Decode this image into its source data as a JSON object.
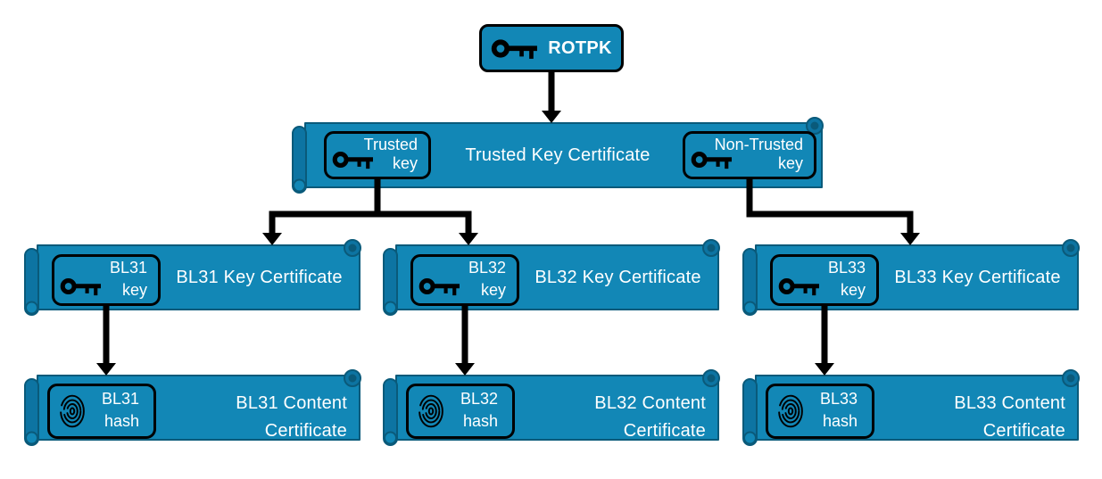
{
  "colors": {
    "scroll_fill": "#1287b6",
    "scroll_roll": "#0d74a2",
    "scroll_edge": "#0a5a7a",
    "text": "#ffffff",
    "arrow": "#000000"
  },
  "root": {
    "label": "ROTPK",
    "icon": "key-icon"
  },
  "trusted_cert": {
    "title": "Trusted Key Certificate",
    "trusted_key": {
      "name_line": "Trusted",
      "key_line": "key",
      "icon": "key-icon"
    },
    "non_trusted_key": {
      "name_line": "Non-Trusted",
      "key_line": "key",
      "icon": "key-icon"
    }
  },
  "key_certs": [
    {
      "id": "bl31",
      "title": "BL31 Key Certificate",
      "key_label_line1": "BL31",
      "key_label_line2": "key",
      "icon": "key-icon"
    },
    {
      "id": "bl32",
      "title": "BL32 Key Certificate",
      "key_label_line1": "BL32",
      "key_label_line2": "key",
      "icon": "key-icon"
    },
    {
      "id": "bl33",
      "title": "BL33 Key Certificate",
      "key_label_line1": "BL33",
      "key_label_line2": "key",
      "icon": "key-icon"
    }
  ],
  "content_certs": [
    {
      "id": "bl31",
      "title_line1": "BL31 Content",
      "title_line2": "Certificate",
      "hash_label_line1": "BL31",
      "hash_label_line2": "hash",
      "icon": "fingerprint-icon"
    },
    {
      "id": "bl32",
      "title_line1": "BL32 Content",
      "title_line2": "Certificate",
      "hash_label_line1": "BL32",
      "hash_label_line2": "hash",
      "icon": "fingerprint-icon"
    },
    {
      "id": "bl33",
      "title_line1": "BL33 Content",
      "title_line2": "Certificate",
      "hash_label_line1": "BL33",
      "hash_label_line2": "hash",
      "icon": "fingerprint-icon"
    }
  ]
}
